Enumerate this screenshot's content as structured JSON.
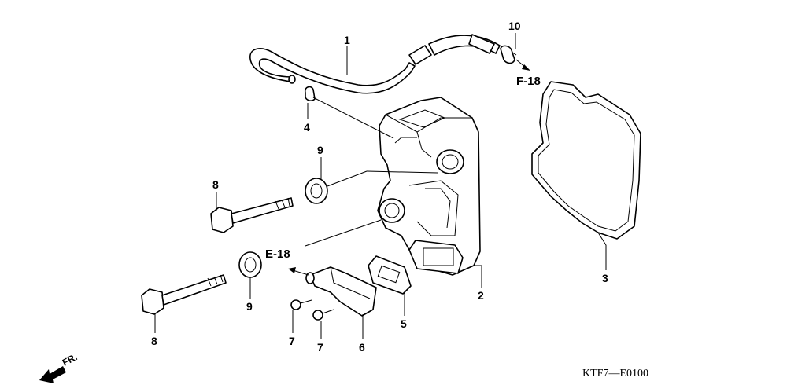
{
  "diagram": {
    "diagram_code": "KTF7—E0100",
    "direction_label": "FR.",
    "references": {
      "f18": "F-18",
      "e18": "E-18"
    },
    "callouts": {
      "c1": "1",
      "c2": "2",
      "c3": "3",
      "c4": "4",
      "c5": "5",
      "c6": "6",
      "c7a": "7",
      "c7b": "7",
      "c8a": "8",
      "c8b": "8",
      "c9a": "9",
      "c9b": "9",
      "c10": "10"
    }
  }
}
